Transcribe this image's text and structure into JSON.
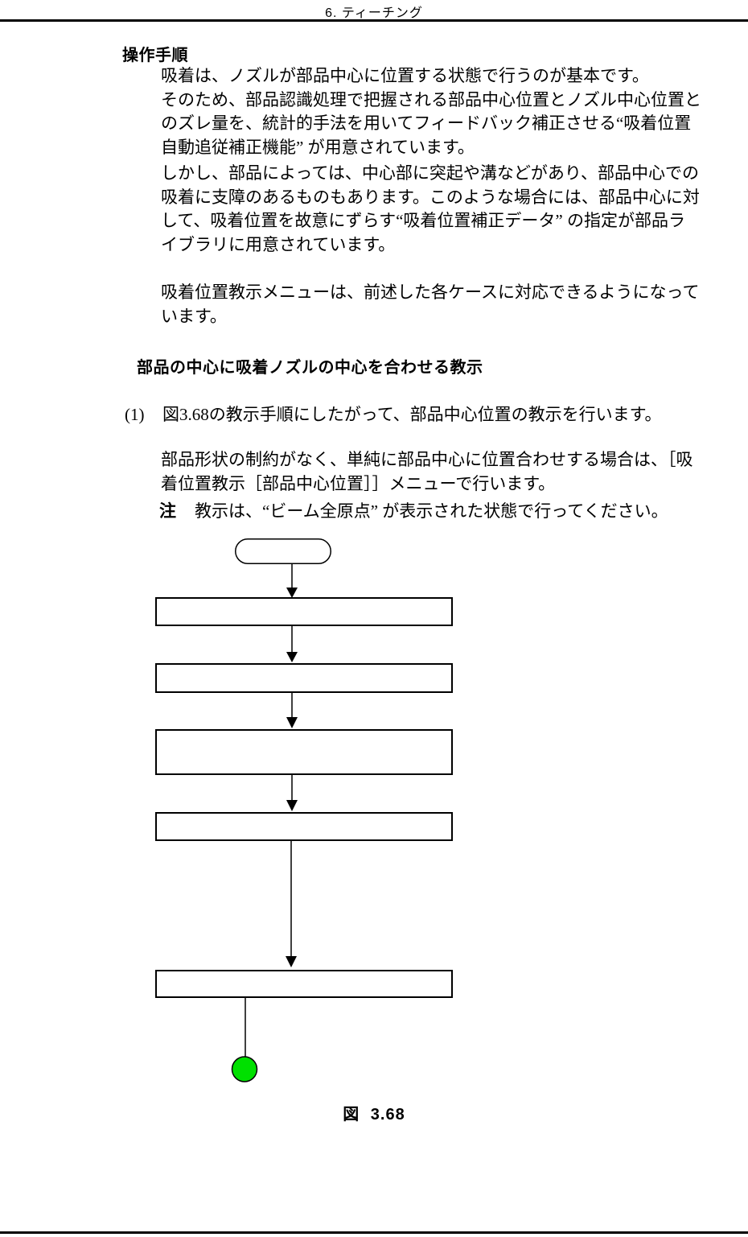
{
  "page": {
    "header_title": "6. ティーチング",
    "figure_caption": "図 3.68"
  },
  "content": {
    "section_heading": "操作手順",
    "para1_lines": [
      "吸着は、ノズルが部品中心に位置する状態で行うのが基本です。",
      "そのため、部品認識処理で把握される部品中心位置とノズル中心位置と",
      "のズレ量を、統計的手法を用いてフィードバック補正させる“吸着位置",
      "自動追従補正機能” が用意されています。"
    ],
    "para2_lines": [
      "しかし、部品によっては、中心部に突起や溝などがあり、部品中心での",
      "吸着に支障のあるものもあります。このような場合には、部品中心に対",
      "して、吸着位置を故意にずらす“吸着位置補正データ” の指定が部品ラ",
      "イブラリに用意されています。"
    ],
    "para3_lines": [
      "吸着位置教示メニューは、前述した各ケースに対応できるようになって",
      "います。"
    ],
    "subsection_heading": "部品の中心に吸着ノズルの中心を合わせる教示",
    "item1_number": "(1)",
    "item1_text": "図3.68の教示手順にしたがって、部品中心位置の教示を行います。",
    "para4_lines": [
      "部品形状の制約がなく、単純に部品中心に位置合わせする場合は、［吸",
      "着位置教示［部品中心位置］］メニューで行います。"
    ],
    "note_label": "注",
    "note_text": "教示は、“ビーム全原点” が表示された状態で行ってください。"
  },
  "flowchart": {
    "line_color": "#000000",
    "box_fill": "#ffffff",
    "start_fill": "#ffffff",
    "end_color": "#00e000"
  }
}
